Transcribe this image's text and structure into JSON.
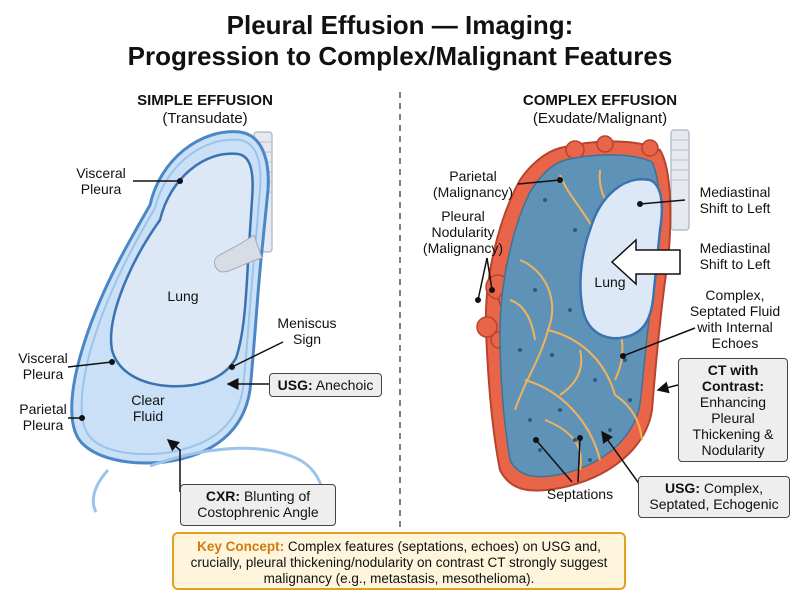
{
  "title_line1": "Pleural Effusion — Imaging:",
  "title_line2": "Progression to Complex/Malignant Features",
  "left": {
    "heading": "SIMPLE EFFUSION",
    "subheading": "(Transudate)",
    "labels": {
      "visceral_top_1": "Visceral",
      "visceral_top_2": "Pleura",
      "lung": "Lung",
      "meniscus_1": "Meniscus",
      "meniscus_2": "Sign",
      "visceral_side_1": "Visceral",
      "visceral_side_2": "Pleura",
      "parietal_1": "Parietal",
      "parietal_2": "Pleura",
      "fluid_1": "Clear",
      "fluid_2": "Fluid"
    },
    "usg_box": {
      "bold": "USG:",
      "text": " Anechoic"
    },
    "cxr_box": {
      "bold": "CXR:",
      "text": " Blunting of",
      "line2": "Costophrenic Angle"
    }
  },
  "right": {
    "heading": "COMPLEX EFFUSION",
    "subheading": "(Exudate/Malignant)",
    "labels": {
      "parietal_1": "Parietal",
      "parietal_2": "(Malignancy)",
      "nodularity_1": "Pleural",
      "nodularity_2": "Nodularity",
      "nodularity_3": "(Malignancy)",
      "lung": "Lung",
      "shift1_1": "Mediastinal",
      "shift1_2": "Shift to Left",
      "shift2_1": "Mediastinal",
      "shift2_2": "Shift to Left",
      "complex_1": "Complex,",
      "complex_2": "Septated Fluid",
      "complex_3": "with Internal",
      "complex_4": "Echoes",
      "septations": "Septations"
    },
    "ct_box": {
      "bold1": "CT with",
      "bold2": "Contrast:",
      "l3": "Enhancing",
      "l4": "Pleural",
      "l5": "Thickening &",
      "l6": "Nodularity"
    },
    "usg_box": {
      "bold": "USG:",
      "text": " Complex,",
      "line2": "Septated, Echogenic"
    }
  },
  "key_concept": {
    "bold": "Key Concept:",
    "text": " Complex features (septations, echoes) on USG and, crucially, pleural thickening/nodularity on contrast CT strongly suggest malignancy (e.g., metastasis, mesothelioma)."
  },
  "colors": {
    "pleura_blue": "#5b9bd5",
    "lung_fill": "#dde8f7",
    "fluid_clear": "#c9e0f7",
    "fluid_complex": "#5e93b7",
    "malignant_red": "#e8654a",
    "septation": "#f2b25c",
    "key_border": "#e0a020"
  }
}
